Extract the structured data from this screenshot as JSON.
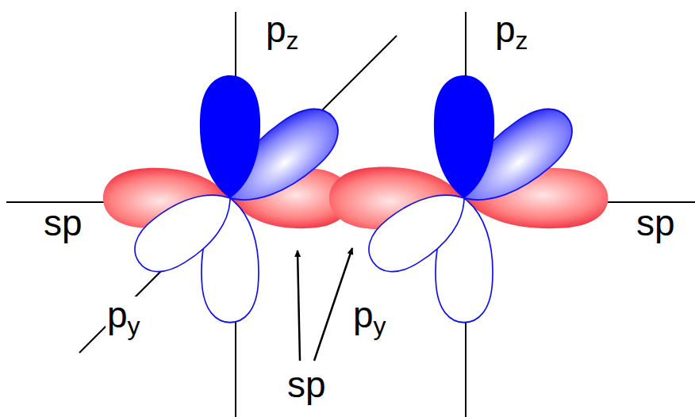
{
  "diagram": {
    "labels": [
      "pz",
      "pz",
      "sp",
      "sp",
      "py",
      "py",
      "sp"
    ]
  }
}
